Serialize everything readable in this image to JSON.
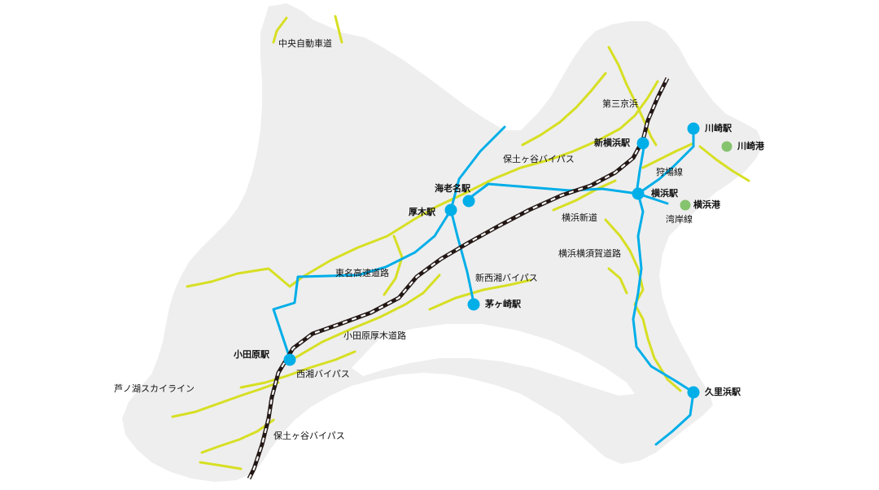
{
  "map": {
    "colors": {
      "land": "#eeeeee",
      "water": "#ffffff",
      "road": "#d7df23",
      "rail": "#00aee8",
      "shinkansen_dark": "#231815",
      "shinkansen_light": "#ffffff",
      "station": "#00aee8",
      "port": "#86c36e",
      "text": "#111111"
    },
    "roads": [
      {
        "name": "中央自動車道"
      },
      {
        "name": "第三京浜"
      },
      {
        "name": "保土ヶ谷バイパス"
      },
      {
        "name": "狩場線"
      },
      {
        "name": "湾岸線"
      },
      {
        "name": "横浜新道"
      },
      {
        "name": "横浜横須賀道路"
      },
      {
        "name": "東名高速道路"
      },
      {
        "name": "新西湘バイパス"
      },
      {
        "name": "小田原厚木道路"
      },
      {
        "name": "西湘バイパス"
      },
      {
        "name": "芦ノ湖スカイライン"
      },
      {
        "name": "保土ヶ谷バイパス"
      }
    ],
    "stations": [
      {
        "name": "川崎駅",
        "icon": "station-dot-icon"
      },
      {
        "name": "新横浜駅",
        "icon": "station-dot-icon"
      },
      {
        "name": "横浜駅",
        "icon": "station-dot-icon"
      },
      {
        "name": "海老名駅",
        "icon": "station-dot-icon"
      },
      {
        "name": "厚木駅",
        "icon": "station-dot-icon"
      },
      {
        "name": "茅ヶ崎駅",
        "icon": "station-dot-icon"
      },
      {
        "name": "小田原駅",
        "icon": "station-dot-icon"
      },
      {
        "name": "久里浜駅",
        "icon": "station-dot-icon"
      }
    ],
    "ports": [
      {
        "name": "川崎港",
        "icon": "port-dot-icon"
      },
      {
        "name": "横浜港",
        "icon": "port-dot-icon"
      }
    ]
  }
}
